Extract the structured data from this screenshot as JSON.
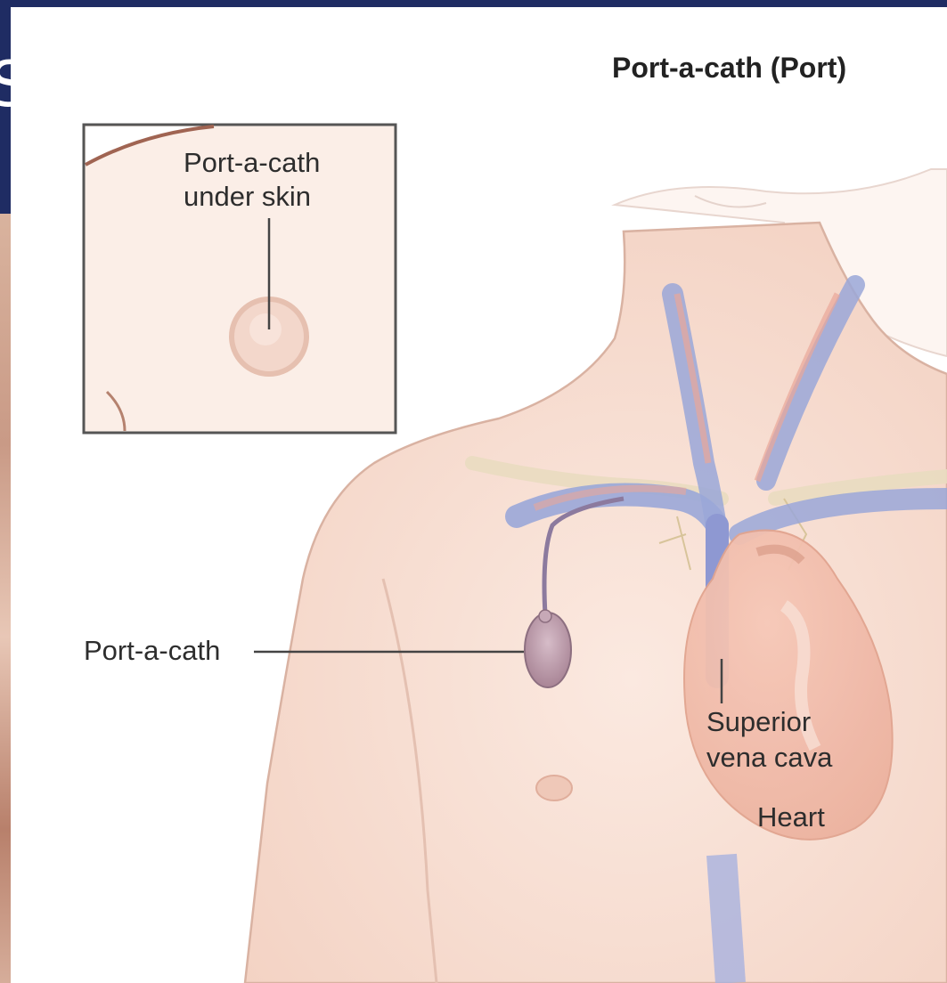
{
  "slide": {
    "partial_title_letter": "S"
  },
  "diagram": {
    "title": "Port-a-cath (Port)",
    "inset": {
      "label_line1": "Port-a-cath",
      "label_line2": "under skin"
    },
    "labels": {
      "port": "Port-a-cath",
      "svc_line1": "Superior",
      "svc_line2": "vena cava",
      "heart": "Heart"
    }
  }
}
